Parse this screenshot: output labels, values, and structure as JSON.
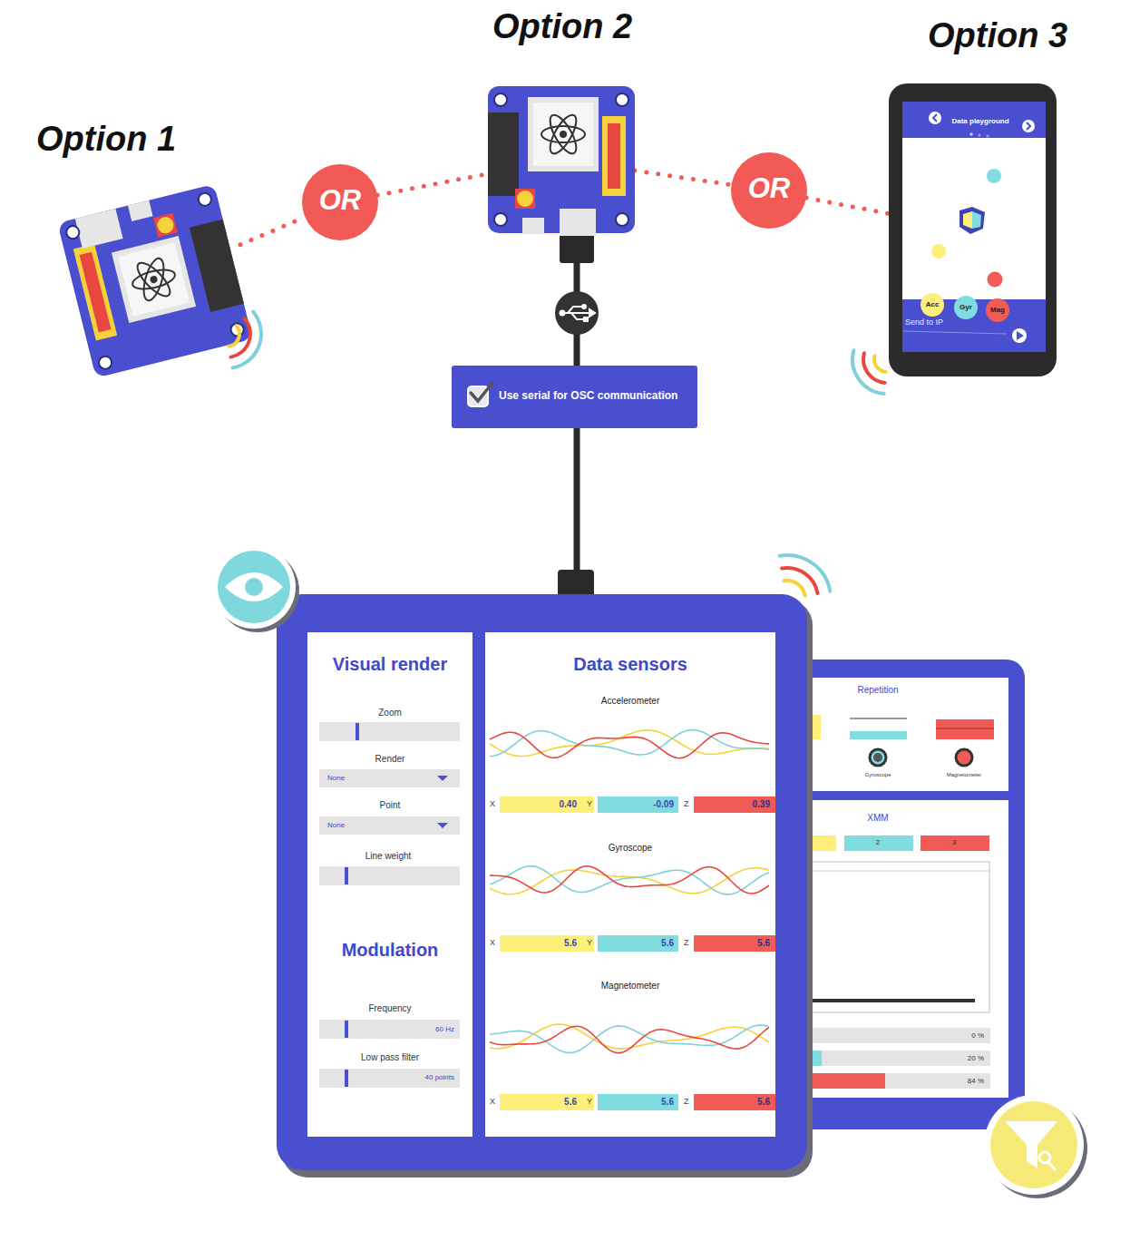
{
  "diagram": {
    "nodes": [
      {
        "text": [
          "Option 1"
        ]
      },
      {
        "text": [
          "OR"
        ]
      },
      {
        "text": [
          "Option 2"
        ]
      },
      {
        "text": [
          "OR"
        ]
      },
      {
        "text": [
          "Option 3",
          "Data playground",
          "Send to IP"
        ]
      },
      {
        "text": [
          "Acc"
        ],
        "in": 4
      },
      {
        "text": [
          "Gyr"
        ],
        "in": 4
      },
      {
        "text": [
          "Mag"
        ],
        "in": 4
      },
      {
        "text": [
          "Use serial for OSC communication"
        ]
      },
      {
        "text": [
          "Visual render",
          "Modulation"
        ]
      },
      {
        "text": [
          "Data sensors",
          "Accelerometer",
          "Gyroscope",
          "Magnetometer"
        ]
      },
      {
        "text": [
          "Repetition"
        ]
      },
      {
        "text": [
          "XMM"
        ]
      }
    ],
    "edges": [
      {
        "from": 0,
        "to": 1,
        "arrow": "none"
      },
      {
        "from": 1,
        "to": 2,
        "arrow": "none"
      },
      {
        "from": 2,
        "to": 3,
        "arrow": "none"
      },
      {
        "from": 3,
        "to": 4,
        "arrow": "none"
      },
      {
        "from": 2,
        "to": 8,
        "arrow": "none"
      },
      {
        "from": 8,
        "to": 10,
        "arrow": "none"
      }
    ],
    "labels": [
      "Zoom",
      "Render",
      "None",
      "Point",
      "None",
      "Line weight",
      "Frequency",
      "60 Hz",
      "Low pass filter",
      "40 points",
      "X",
      "0.40",
      "Y",
      "-0.09",
      "Z",
      "0.39",
      "X",
      "5.6",
      "Y",
      "5.6",
      "Z",
      "5.6",
      "X",
      "5.6",
      "Y",
      "5.6",
      "Z",
      "5.6",
      "Gyroscope",
      "Magnetometer",
      "2",
      "3",
      "0 %",
      "20 %",
      "84 %"
    ]
  }
}
